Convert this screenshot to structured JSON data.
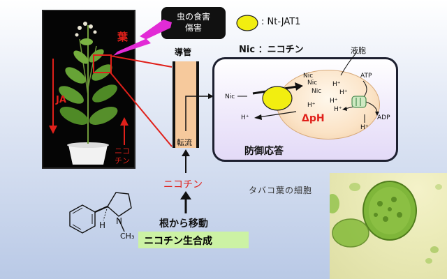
{
  "legend": {
    "jat1_label": ": Nt-JAT1"
  },
  "callout": {
    "line1": "虫の食害",
    "line2": "傷害"
  },
  "plant": {
    "leaf_label": "葉",
    "ja_label": "JA",
    "nicotine_label_1": "ニコ",
    "nicotine_label_2": "チン"
  },
  "conduit": {
    "label": "導管",
    "flow_label": "転流"
  },
  "nic_definition": "Nic ：ニコチン",
  "vacuole_label": "液胞",
  "cell": {
    "response_label": "防御応答",
    "nic_outside": "Nic",
    "h_outside": "H⁺",
    "nic_in_1": "Nic",
    "nic_in_2": "Nic",
    "nic_in_3": "Nic",
    "h_in": [
      "H⁺",
      "H⁺",
      "H⁺",
      "H⁺",
      "H⁺"
    ],
    "delta_ph": "ΔpH",
    "atp": "ATP",
    "adp": "ADP",
    "h_pump": "H⁺"
  },
  "bottom": {
    "nicotine_red": "ニコチン",
    "from_root": "根から移動",
    "synthesis": "ニコチン生合成",
    "tobacco_cell": "タバコ葉の細胞"
  },
  "molecule": {
    "h": "H",
    "n": "N",
    "methyl": "CH₃"
  },
  "colors": {
    "accent_red": "#e0201a",
    "jat1_yellow": "#f2ee10",
    "synth_green": "#ccf2a4",
    "tube_fill": "#f6c99c"
  }
}
